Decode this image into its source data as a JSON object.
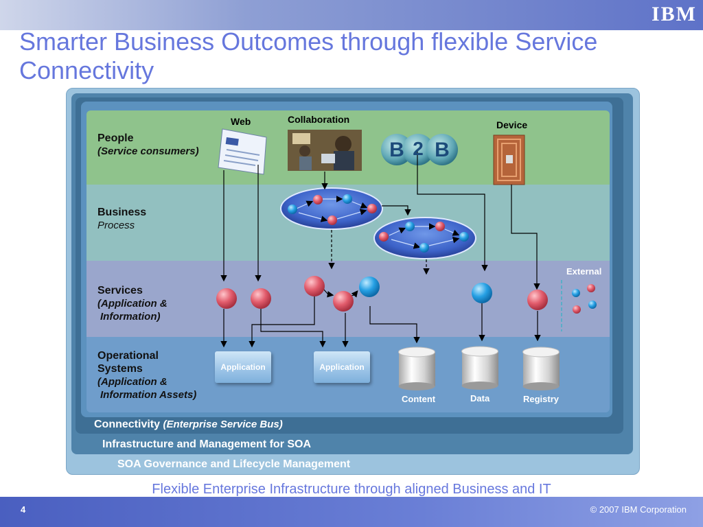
{
  "header": {
    "title": "Smarter Business Outcomes through flexible Service Connectivity",
    "logo_text": "IBM"
  },
  "diagram": {
    "bands": {
      "people": {
        "title": "People",
        "sub": "(Service consumers)"
      },
      "business": {
        "title": "Business",
        "sub": "Process"
      },
      "services": {
        "title": "Services",
        "sub1": "(Application &",
        "sub2": "Information)"
      },
      "operational": {
        "title1": "Operational",
        "title2": "Systems",
        "sub1": "(Application &",
        "sub2": "Information Assets)"
      }
    },
    "consumers": {
      "web": "Web",
      "collaboration": "Collaboration",
      "b2b": [
        "B",
        "2",
        "B"
      ],
      "device": "Device"
    },
    "external_label": "External",
    "applications": [
      "Application",
      "Application"
    ],
    "data_stores": [
      "Content",
      "Data",
      "Registry"
    ],
    "connectivity": {
      "label": "Connectivity",
      "sub": "(Enterprise Service Bus)"
    },
    "infrastructure": "Infrastructure and Management for SOA",
    "governance": "SOA Governance and Lifecycle Management"
  },
  "subtitle": "Flexible Enterprise Infrastructure through aligned Business and IT",
  "footer": {
    "page": "4",
    "copyright": "© 2007 IBM Corporation"
  },
  "colors": {
    "title": "#6677dd",
    "pink_node": "#e06070",
    "blue_node": "#2aa4e6"
  }
}
